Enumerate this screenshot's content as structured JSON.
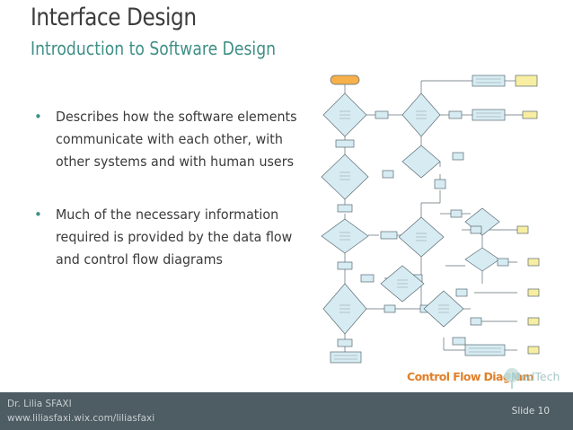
{
  "slide": {
    "title": "Interface Design",
    "subtitle": "Introduction to Software Design",
    "bullets": [
      "Describes how the software elements communicate with each other, with other systems and with human users",
      "Much of the necessary information required is provided by the data flow and control flow diagrams"
    ],
    "figure_caption": "Control Flow Diagram",
    "brand": "MedTech",
    "footer": {
      "author": "Dr. Lilia SFAXI",
      "url": "www.liliasfaxi.wix.com/liliasfaxi",
      "slide_label": "Slide 10"
    }
  },
  "colors": {
    "title": "#3c3c3c",
    "accent": "#3f8f86",
    "caption": "#e0802a",
    "footer_bg": "#4e5c63",
    "diagram_shape": "#d6ecf2",
    "diagram_start": "#f7b04a",
    "diagram_terminal": "#f7eea1"
  },
  "icons": {
    "bullet": "bullet-dot-icon",
    "brand": "tree-logo-icon"
  }
}
